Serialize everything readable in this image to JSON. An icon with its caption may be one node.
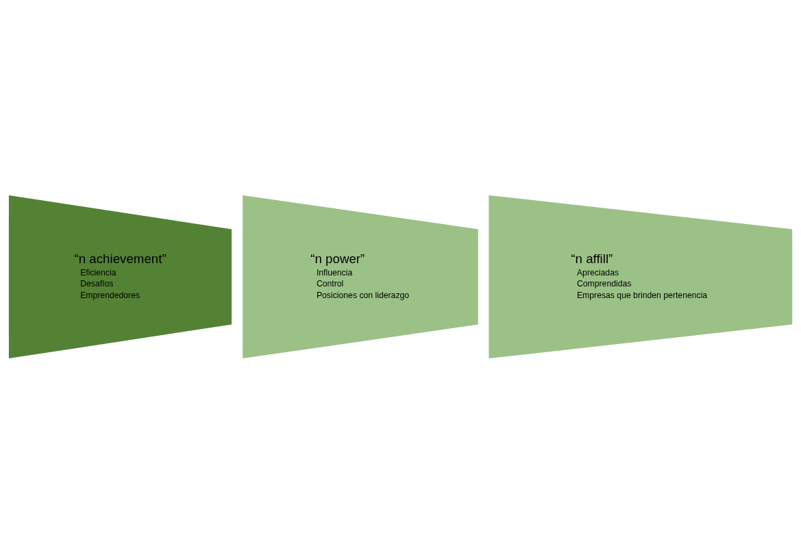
{
  "diagram": {
    "nodes": [
      {
        "text": [
          "“n achievement”",
          "Eficiencia",
          "Desafíos",
          "Emprendedores"
        ]
      },
      {
        "text": [
          "“n power”",
          "Influencia",
          "Control",
          "Posiciones con liderazgo"
        ]
      },
      {
        "text": [
          "“n affill”",
          "Apreciadas",
          "Comprendidas",
          "Empresas que brinden pertenencia"
        ]
      }
    ]
  }
}
